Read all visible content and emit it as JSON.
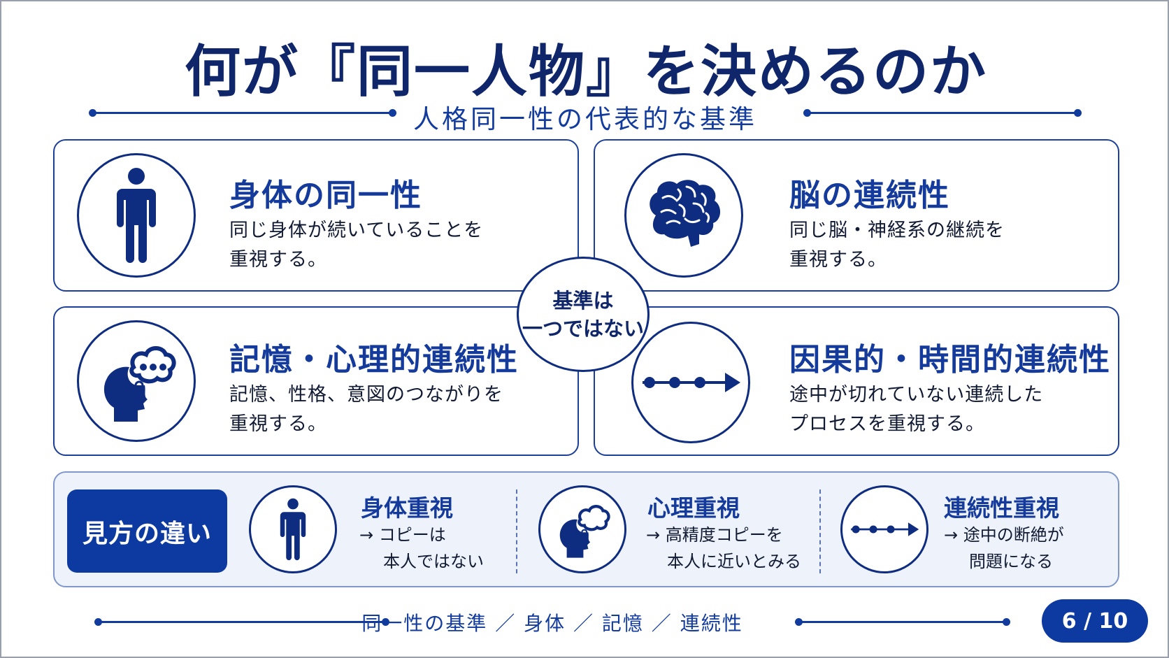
{
  "title": "何が『同一人物』を決めるのか",
  "subtitle": "人格同一性の代表的な基準",
  "center_badge": {
    "line1": "基準は",
    "line2": "一つではない"
  },
  "cards": [
    {
      "title": "身体の同一性",
      "desc1": "同じ身体が続いていることを",
      "desc2": "重視する。",
      "icon": "person-icon"
    },
    {
      "title": "脳の連続性",
      "desc1": "同じ脳・神経系の継続を",
      "desc2": "重視する。",
      "icon": "brain-icon"
    },
    {
      "title": "記憶・心理的連続性",
      "desc1": "記憶、性格、意図のつながりを",
      "desc2": "重視する。",
      "icon": "head-thought-icon"
    },
    {
      "title": "因果的・時間的連続性",
      "desc1": "途中が切れていない連続した",
      "desc2": "プロセスを重視する。",
      "icon": "timeline-arrow-icon"
    }
  ],
  "bottom": {
    "label": "見方の違い",
    "items": [
      {
        "title": "身体重視",
        "desc1": "→ コピーは",
        "desc2": "本人ではない",
        "icon": "person-icon"
      },
      {
        "title": "心理重視",
        "desc1": "→ 高精度コピーを",
        "desc2": "本人に近いとみる",
        "icon": "head-thought-icon"
      },
      {
        "title": "連続性重視",
        "desc1": "→ 途中の断絶が",
        "desc2": "問題になる",
        "icon": "timeline-arrow-icon"
      }
    ]
  },
  "footer": "同一性の基準 ／ 身体 ／ 記憶 ／ 連続性",
  "page": "6 / 10",
  "colors": {
    "navy": "#10266b",
    "accent": "#0d3aa1",
    "text_blue": "#143a9c"
  }
}
